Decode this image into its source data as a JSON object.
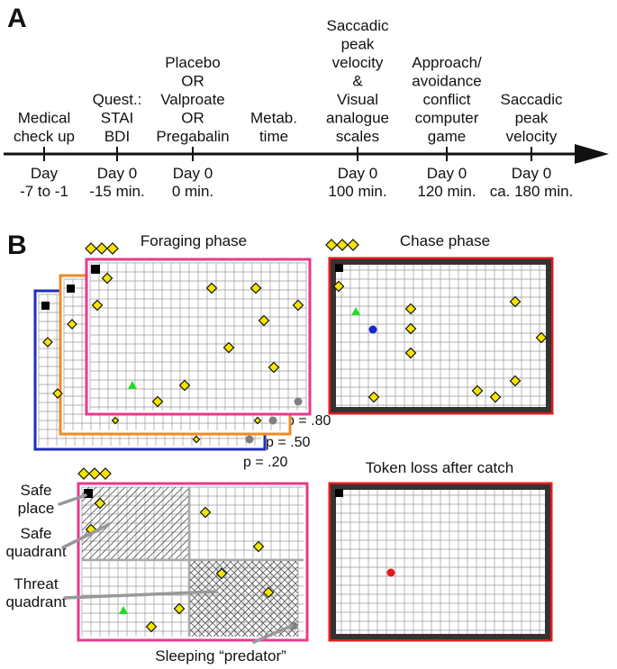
{
  "panel_a": {
    "label": "A",
    "events": [
      {
        "above": [
          "Medical",
          "check up"
        ],
        "below": [
          "Day",
          "-7 to -1"
        ]
      },
      {
        "above": [
          "Quest.:",
          "STAI",
          "BDI"
        ],
        "below": [
          "Day 0",
          "-15 min."
        ]
      },
      {
        "above": [
          "Placebo",
          "OR",
          "Valproate",
          "OR",
          "Pregabalin"
        ],
        "below": [
          "Day 0",
          "0 min."
        ]
      },
      {
        "above": [
          "Metab.",
          "time"
        ],
        "below": []
      },
      {
        "above": [
          "Saccadic",
          "peak",
          "velocity",
          "&",
          "Visual",
          "analogue",
          "scales"
        ],
        "below": [
          "Day 0",
          "100 min."
        ]
      },
      {
        "above": [
          "Approach/",
          "avoidance",
          "conflict",
          "computer",
          "game"
        ],
        "below": [
          "Day 0",
          "120 min."
        ]
      },
      {
        "above": [
          "Saccadic",
          "peak",
          "velocity"
        ],
        "below": [
          "Day 0",
          "ca. 180 min."
        ]
      }
    ]
  },
  "panel_b": {
    "label": "B",
    "foraging_title": "Foraging phase",
    "chase_title": "Chase phase",
    "token_loss_title": "Token loss after catch",
    "probabilities": [
      "p = .80",
      "p = .50",
      "p = .20"
    ],
    "annotations": {
      "safe_place": [
        "Safe",
        "place"
      ],
      "safe_quadrant": [
        "Safe",
        "quadrant"
      ],
      "threat_quadrant": [
        "Threat",
        "quadrant"
      ],
      "predator": "Sleeping “predator”"
    },
    "colors": {
      "high_threat": "#e8388f",
      "mid_threat": "#f08a24",
      "low_threat": "#1f2fb8",
      "chase": "#e41a1c",
      "token": "#f5e400",
      "player": "#22dd22",
      "predator_sleeping": "#808080",
      "predator_chasing": "#1428c8",
      "predator_catch": "#e41a1c"
    },
    "icons": [
      "token-diamond-icon",
      "player-triangle-icon",
      "predator-circle-icon",
      "safe-place-square-icon"
    ]
  }
}
